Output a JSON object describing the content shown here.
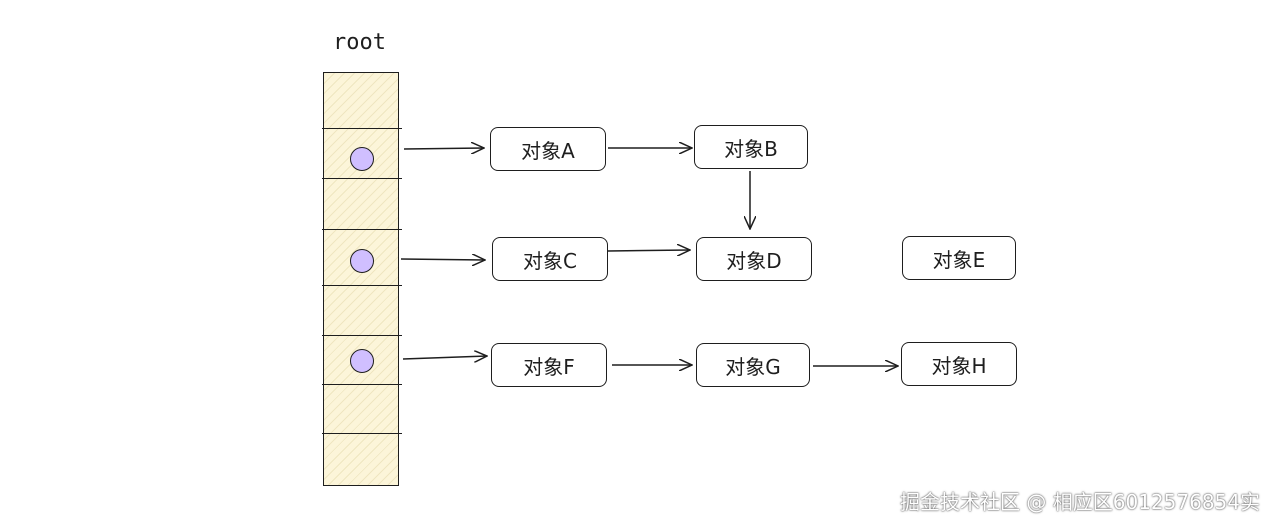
{
  "root_label": "root",
  "objects": {
    "a": "对象A",
    "b": "对象B",
    "c": "对象C",
    "d": "对象D",
    "e": "对象E",
    "f": "对象F",
    "g": "对象G",
    "h": "对象H"
  },
  "colors": {
    "stack_fill": "#fcf5d9",
    "ref_dot": "#d0bfff",
    "stroke": "#1e1e1e"
  },
  "watermark": "掘金技术社区 @ 相应区6012576854实"
}
